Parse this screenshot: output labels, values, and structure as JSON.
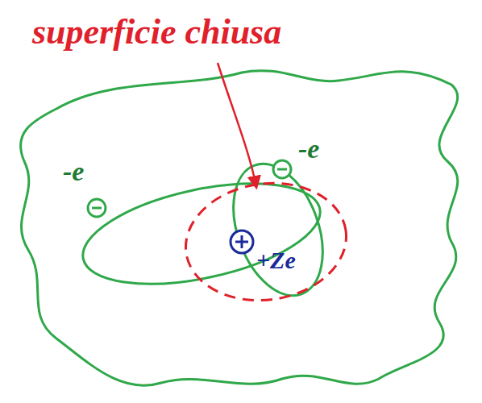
{
  "diagram": {
    "labels": [
      "superficie chiusa",
      "-e",
      "-e",
      "+Ze"
    ]
  }
}
